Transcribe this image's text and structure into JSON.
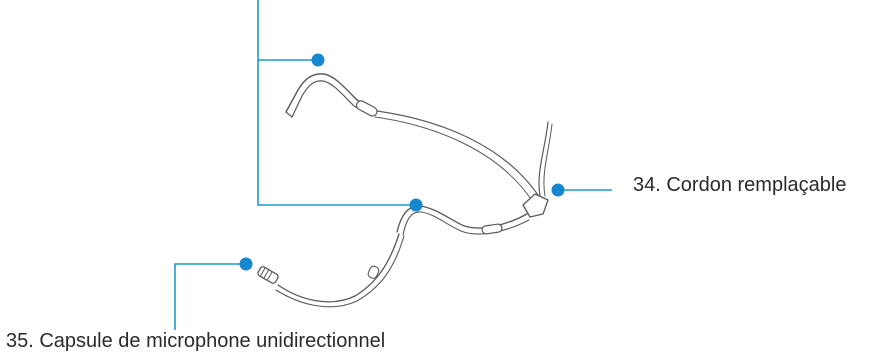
{
  "labels": {
    "cord": "34. Cordon remplaçable",
    "capsule": "35. Capsule de microphone unidirectionnel"
  },
  "colors": {
    "leader_line": "#1a9ad6",
    "marker_dot": "#1787cf",
    "headset_stroke": "#5a5a5a",
    "headset_fill": "#ffffff",
    "text": "#2b2b2b"
  },
  "icons": {
    "marker": "filled-circle"
  }
}
